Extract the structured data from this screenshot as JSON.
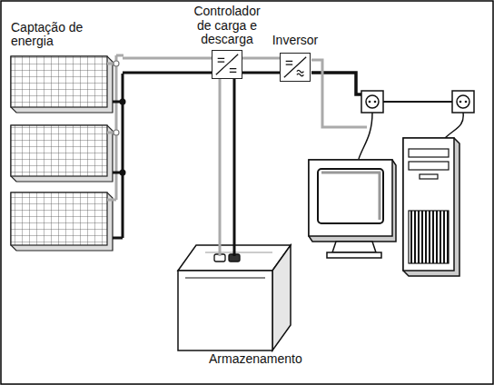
{
  "diagram": {
    "nodes": [
      {
        "text": [
          "Captação de energia"
        ]
      },
      {
        "text": [
          "Controlador de carga e descarga"
        ]
      },
      {
        "text": [
          "Inversor"
        ]
      },
      {
        "text": [
          "Armazenamento"
        ]
      }
    ],
    "edges": [
      {
        "from": 0,
        "to": 1,
        "arrow": "none"
      },
      {
        "from": 1,
        "to": 3,
        "arrow": "none"
      },
      {
        "from": 1,
        "to": 2,
        "arrow": "none"
      }
    ]
  }
}
